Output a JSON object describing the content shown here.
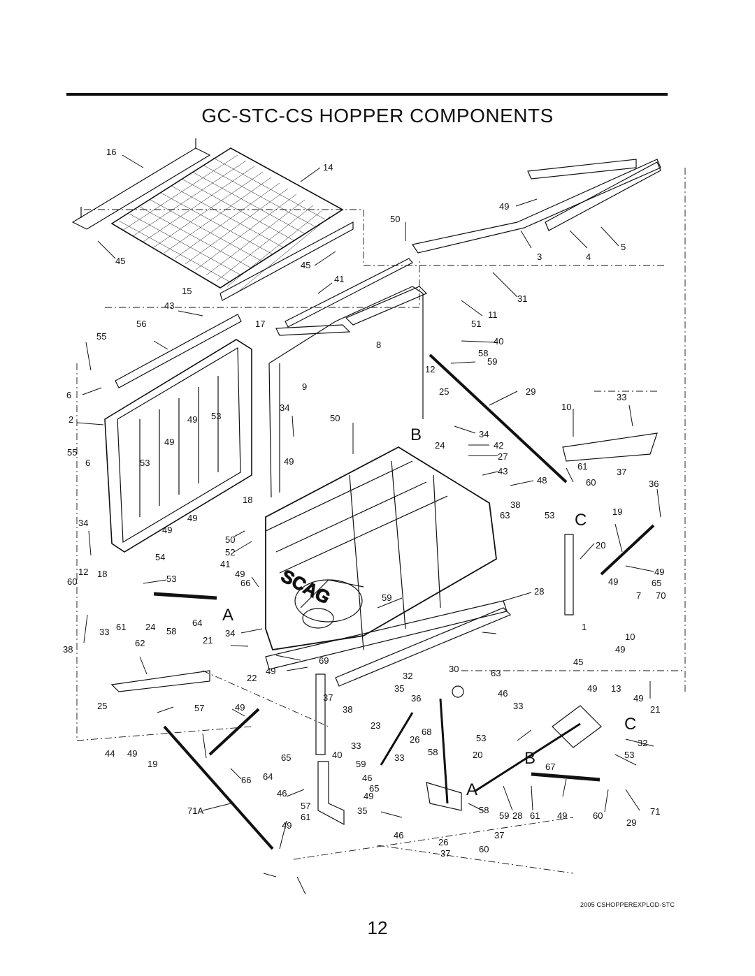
{
  "title": "GC-STC-CS  HOPPER  COMPONENTS",
  "drawing_code": "2005 CSHOPPEREXPLOD-STC",
  "page_number": "12",
  "brand_on_tank": "SCAG",
  "section_letters": [
    "A",
    "B",
    "C",
    "A",
    "B",
    "C"
  ],
  "callouts": [
    "16",
    "14",
    "49",
    "50",
    "45",
    "45",
    "3",
    "4",
    "5",
    "41",
    "15",
    "43",
    "31",
    "11",
    "51",
    "56",
    "55",
    "17",
    "8",
    "40",
    "58",
    "59",
    "12",
    "6",
    "9",
    "25",
    "29",
    "33",
    "10",
    "2",
    "49",
    "53",
    "34",
    "50",
    "34",
    "49",
    "55",
    "6",
    "53",
    "24",
    "42",
    "27",
    "49",
    "43",
    "61",
    "37",
    "48",
    "36",
    "60",
    "18",
    "38",
    "19",
    "49",
    "63",
    "53",
    "34",
    "49",
    "50",
    "52",
    "20",
    "54",
    "41",
    "49",
    "12",
    "18",
    "49",
    "53",
    "60",
    "66",
    "49",
    "65",
    "7",
    "70",
    "28",
    "59",
    "58",
    "24",
    "61",
    "33",
    "64",
    "1",
    "10",
    "34",
    "62",
    "38",
    "21",
    "69",
    "49",
    "49",
    "30",
    "32",
    "63",
    "45",
    "22",
    "35",
    "46",
    "49",
    "13",
    "37",
    "33",
    "49",
    "25",
    "36",
    "57",
    "49",
    "21",
    "38",
    "23",
    "33",
    "68",
    "26",
    "53",
    "32",
    "40",
    "58",
    "44",
    "49",
    "20",
    "53",
    "65",
    "59",
    "33",
    "19",
    "64",
    "66",
    "46",
    "65",
    "67",
    "46",
    "49",
    "58",
    "59",
    "28",
    "61",
    "49",
    "60",
    "29",
    "71",
    "71A",
    "57",
    "61",
    "35",
    "49",
    "46",
    "37",
    "26",
    "37",
    "60"
  ]
}
